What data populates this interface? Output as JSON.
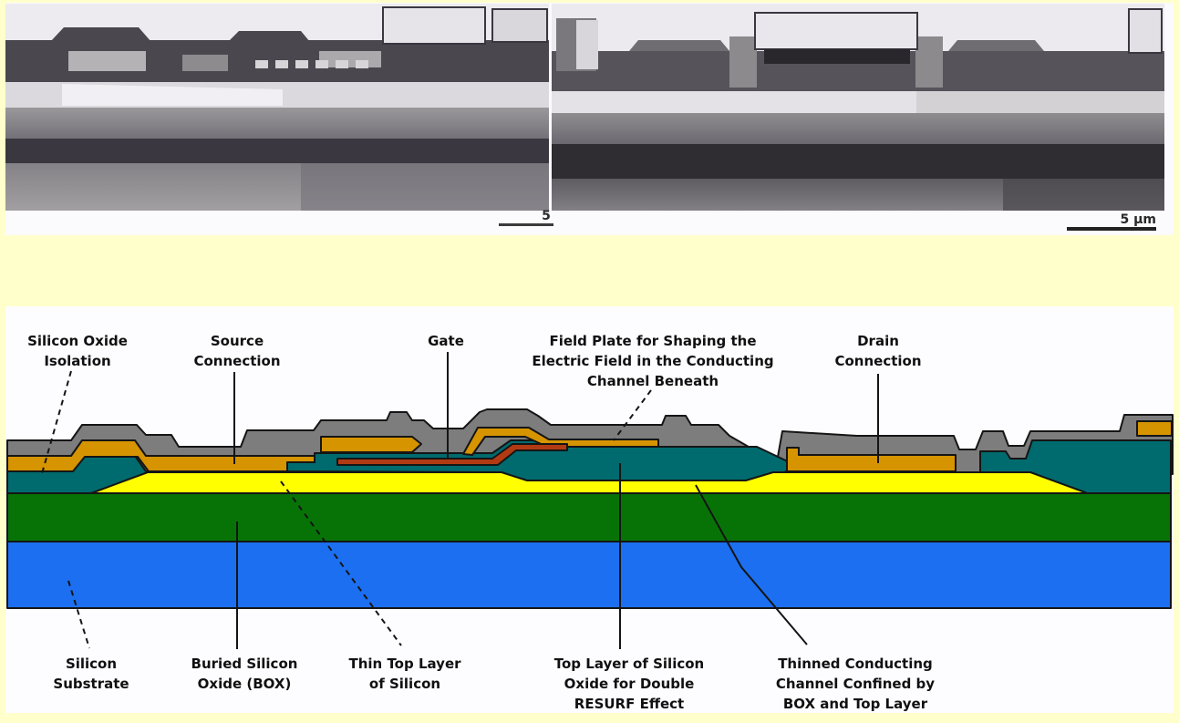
{
  "page": {
    "background": "#FFFFCC",
    "photo_background": "#FBFAFC",
    "diagram_background": "#FDFDFF"
  },
  "colors": {
    "page_bg": "#FFFFCC",
    "photo_bg": "#FBFAFC",
    "diagram_bg": "#FDFDFF",
    "substrate_blue": "#1C6FF0",
    "box_green": "#077307",
    "silicon_yellow": "#FFFF00",
    "oxide_teal": "#006B6E",
    "metal_orange": "#D59400",
    "gate_red": "#B23A12",
    "cap_gray": "#7D7D7D",
    "outline": "#151515"
  },
  "tem": {
    "left_scale": "5",
    "right_scale": "5 µm"
  },
  "diagram": {
    "top_labels": [
      {
        "id": "silicon-oxide-isolation",
        "lines": [
          "Silicon Oxide",
          "Isolation"
        ]
      },
      {
        "id": "source-connection",
        "lines": [
          "Source",
          "Connection"
        ]
      },
      {
        "id": "gate",
        "lines": [
          "Gate"
        ]
      },
      {
        "id": "field-plate",
        "lines": [
          "Field Plate for Shaping the",
          "Electric Field in the Conducting",
          "Channel Beneath"
        ]
      },
      {
        "id": "drain-connection",
        "lines": [
          "Drain",
          "Connection"
        ]
      }
    ],
    "bottom_labels": [
      {
        "id": "silicon-substrate",
        "lines": [
          "Silicon",
          "Substrate"
        ]
      },
      {
        "id": "buried-oxide",
        "lines": [
          "Buried Silicon",
          "Oxide (BOX)"
        ]
      },
      {
        "id": "thin-top-layer",
        "lines": [
          "Thin Top Layer",
          "of Silicon"
        ]
      },
      {
        "id": "top-oxide-resurf",
        "lines": [
          "Top Layer of Silicon",
          "Oxide for Double",
          "RESURF Effect"
        ]
      },
      {
        "id": "thinned-channel",
        "lines": [
          "Thinned Conducting",
          "Channel Confined by",
          "BOX and Top Layer"
        ]
      }
    ]
  }
}
